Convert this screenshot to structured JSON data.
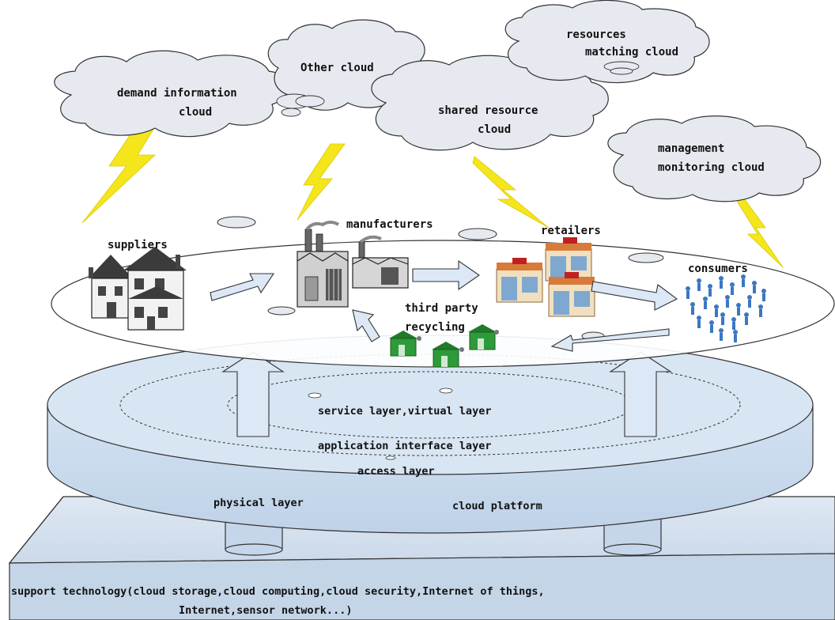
{
  "clouds": {
    "demand": [
      "demand information",
      "cloud"
    ],
    "other": [
      "Other cloud"
    ],
    "shared": [
      "shared resource",
      "cloud"
    ],
    "matching": [
      "resources",
      "matching cloud"
    ],
    "management": [
      "management",
      "monitoring cloud"
    ]
  },
  "actors": {
    "suppliers": "suppliers",
    "manufacturers": "manufacturers",
    "retailers": "retailers",
    "consumers": "consumers",
    "recycling": [
      "third party",
      "recycling"
    ]
  },
  "layers": {
    "service": "service layer,virtual layer",
    "application": "application interface layer",
    "access": "access layer",
    "physical": "physical layer",
    "platform": "cloud platform"
  },
  "support": [
    "support technology(cloud storage,cloud computing,cloud security,Internet of things,",
    "Internet,sensor network...)"
  ],
  "colors": {
    "cloud_fill": "#e6eaf0",
    "layer_fill": "#d6e4f2",
    "arrow_fill": "#dce8f5",
    "lightning": "#f5e61c",
    "people": "#3a78c2",
    "house_green": "#2e9a3a"
  }
}
